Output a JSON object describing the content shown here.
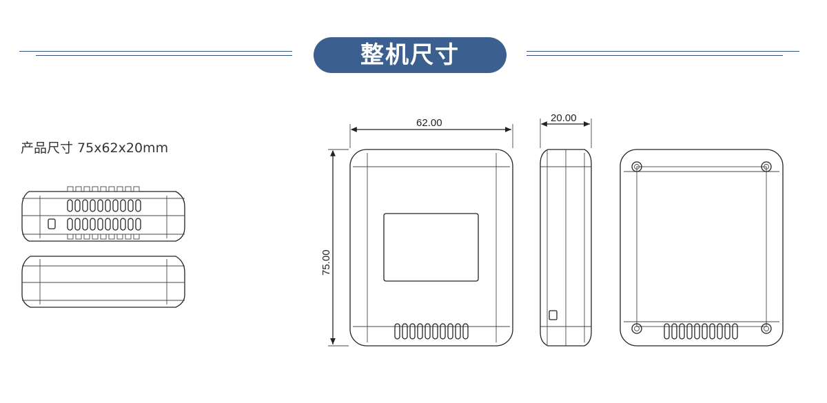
{
  "header": {
    "title": "整机尺寸"
  },
  "spec": {
    "text": "产品尺寸 75x62x20mm"
  },
  "dimensions": {
    "width": "62.00",
    "depth": "20.00",
    "height": "75.00"
  },
  "colors": {
    "accent": "#3b5f8f",
    "line": "#2e4f7a"
  }
}
